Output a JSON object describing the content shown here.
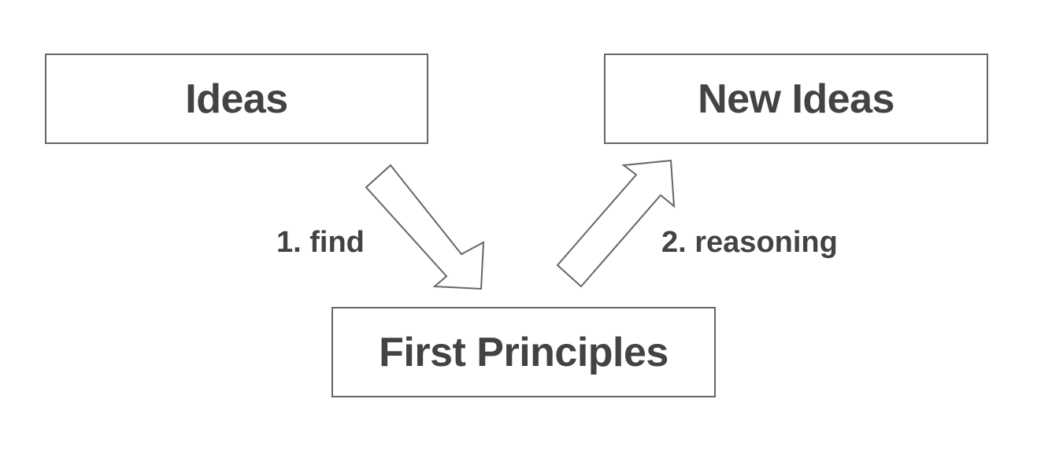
{
  "nodes": {
    "ideas": "Ideas",
    "new_ideas": "New Ideas",
    "first_principles": "First Principles"
  },
  "edges": {
    "find": "1. find",
    "reasoning": "2. reasoning"
  },
  "colors": {
    "text": "#434343",
    "stroke": "#666666",
    "background": "#ffffff"
  }
}
